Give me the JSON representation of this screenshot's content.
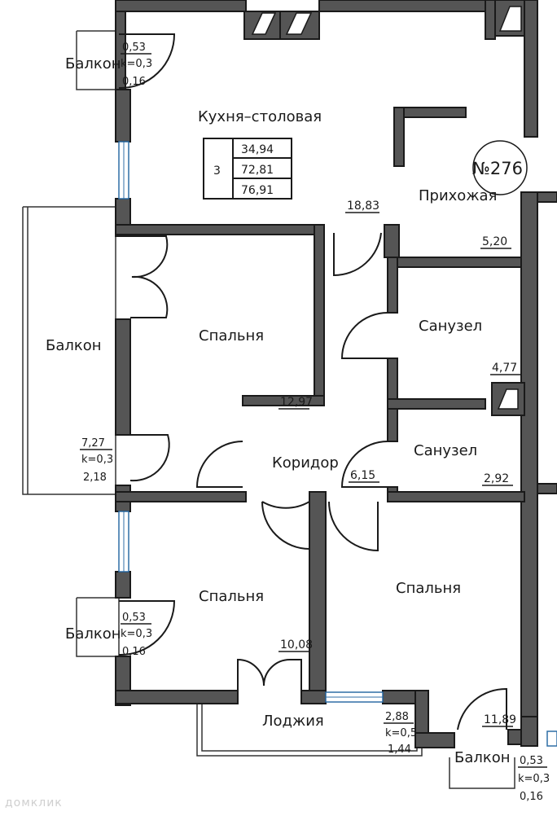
{
  "apartment": {
    "number": "№276"
  },
  "summary": {
    "rooms": "3",
    "living_area": "34,94",
    "total_area": "72,81",
    "total_with_k": "76,91"
  },
  "rooms": {
    "kitchen": {
      "name": "Кухня–столовая",
      "area": "18,83"
    },
    "hall": {
      "name": "Прихожая",
      "area": "5,20"
    },
    "bath1": {
      "name": "Санузел",
      "area": "4,77"
    },
    "bath2": {
      "name": "Санузел",
      "area": "2,92"
    },
    "bedroom1": {
      "name": "Спальня",
      "area": "12,97"
    },
    "corridor": {
      "name": "Коридор",
      "area": "6,15"
    },
    "bedroom2": {
      "name": "Спальня",
      "area": "10,08"
    },
    "bedroom3": {
      "name": "Спальня",
      "area": "11,89"
    },
    "loggia": {
      "name": "Лоджия",
      "area": "2,88",
      "k": "k=0,5",
      "reduced": "1,44"
    },
    "balcony_top": {
      "name": "Балкон",
      "area": "0,53",
      "k": "k=0,3",
      "reduced": "0,16"
    },
    "balcony_big": {
      "name": "Балкон",
      "area": "7,27",
      "k": "k=0,3",
      "reduced": "2,18"
    },
    "balcony_mid": {
      "name": "Балкон",
      "area": "0,53",
      "k": "k=0,3",
      "reduced": "0,16"
    },
    "balcony_bottom": {
      "name": "Балкон",
      "area": "0,53",
      "k": "k=0,3",
      "reduced": "0,16"
    }
  },
  "watermark": "домклик"
}
